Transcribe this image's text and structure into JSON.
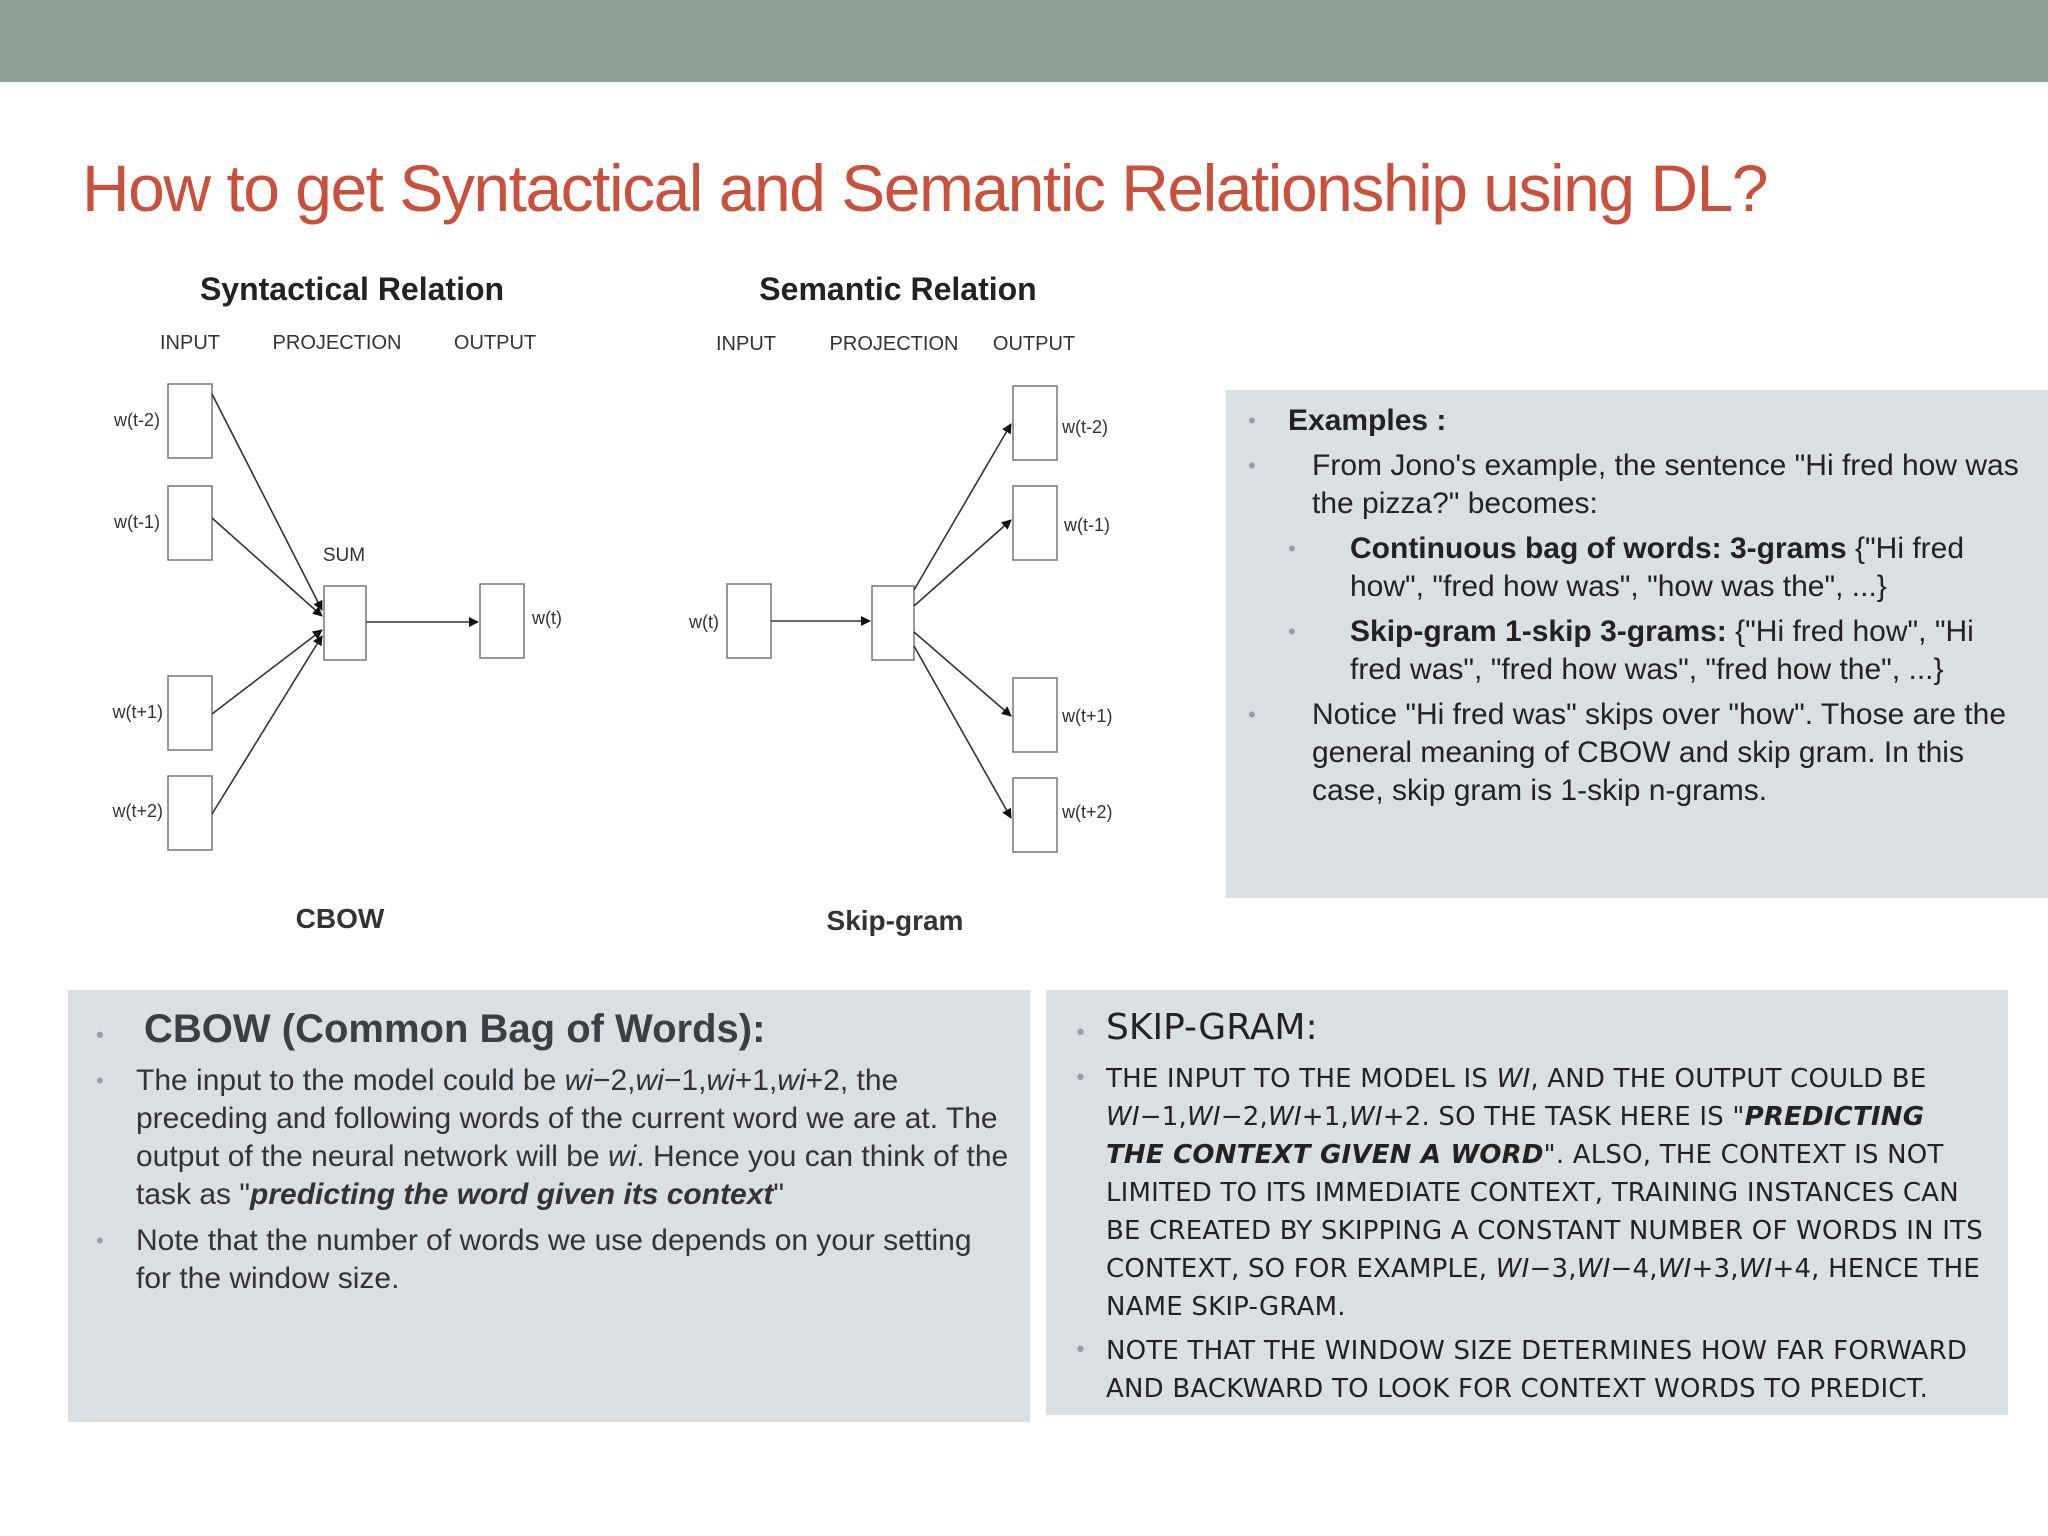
{
  "slide": {
    "title": "How to get Syntactical and Semantic Relationship using DL?"
  },
  "diagram": {
    "left": {
      "title": "Syntactical Relation",
      "headers": [
        "INPUT",
        "PROJECTION",
        "OUTPUT"
      ],
      "inputs": [
        "w(t-2)",
        "w(t-1)",
        "w(t+1)",
        "w(t+2)"
      ],
      "sum_label": "SUM",
      "output": "w(t)",
      "caption": "CBOW"
    },
    "right": {
      "title": "Semantic Relation",
      "headers": [
        "INPUT",
        "PROJECTION",
        "OUTPUT"
      ],
      "input": "w(t)",
      "outputs": [
        "w(t-2)",
        "w(t-1)",
        "w(t+1)",
        "w(t+2)"
      ],
      "caption": "Skip-gram"
    }
  },
  "examples": {
    "heading": "Examples :",
    "intro": "From Jono's example, the sentence \"Hi fred how was the pizza?\" becomes:",
    "cbow_bold": "Continuous bag of words: 3-grams",
    "cbow_rest": " {\"Hi fred how\", \"fred how was\", \"how was the\", ...}",
    "skip_bold": "Skip-gram 1-skip 3-grams:",
    "skip_rest": " {\"Hi fred how\", \"Hi fred was\", \"fred how was\", \"fred how the\", ...}",
    "notice": "Notice \"Hi fred was\" skips over \"how\". Those are the general meaning of CBOW and skip gram. In this case, skip gram is 1-skip n-grams."
  },
  "cbow_panel": {
    "heading": "CBOW (Common Bag of Words):",
    "p1_a": "The input to the model could be ",
    "p1_w1": "wi",
    "p1_b": "−2,",
    "p1_w2": "wi",
    "p1_c": "−1,",
    "p1_w3": "wi",
    "p1_d": "+1,",
    "p1_w4": "wi",
    "p1_e": "+2, the preceding and following words of the current word we are at. The output of the neural network will be ",
    "p1_w5": "wi",
    "p1_f": ". Hence you can think of the task as \"",
    "p1_emph": "predicting the word given its context",
    "p1_g": "\"",
    "p2": "Note that the number of words we use depends on your setting for the window size."
  },
  "skip_panel": {
    "heading": "SKIP-GRAM",
    "heading_colon": ":",
    "p1_a": "THE INPUT TO THE MODEL IS ",
    "p1_w1": "WI",
    "p1_b": ", AND THE OUTPUT COULD BE ",
    "p1_w2": "WI",
    "p1_c": "−1,",
    "p1_w3": "WI",
    "p1_d": "−2,",
    "p1_w4": "WI",
    "p1_e": "+1,",
    "p1_w5": "WI",
    "p1_f": "+2. SO THE TASK HERE IS \"",
    "p1_emph": "PREDICTING THE CONTEXT GIVEN A WORD",
    "p1_g": "\". ALSO, THE CONTEXT IS NOT LIMITED TO ITS IMMEDIATE CONTEXT, TRAINING INSTANCES CAN BE CREATED BY SKIPPING A CONSTANT NUMBER OF WORDS IN ITS CONTEXT, SO FOR EXAMPLE, ",
    "p1_w6": "WI",
    "p1_h": "−3,",
    "p1_w7": "WI",
    "p1_i": "−4,",
    "p1_w8": "WI",
    "p1_j": "+3,",
    "p1_w9": "WI",
    "p1_k": "+4, HENCE THE NAME SKIP-GRAM.",
    "p2": "NOTE THAT THE WINDOW SIZE DETERMINES HOW FAR FORWARD AND BACKWARD TO LOOK FOR CONTEXT WORDS TO PREDICT."
  }
}
